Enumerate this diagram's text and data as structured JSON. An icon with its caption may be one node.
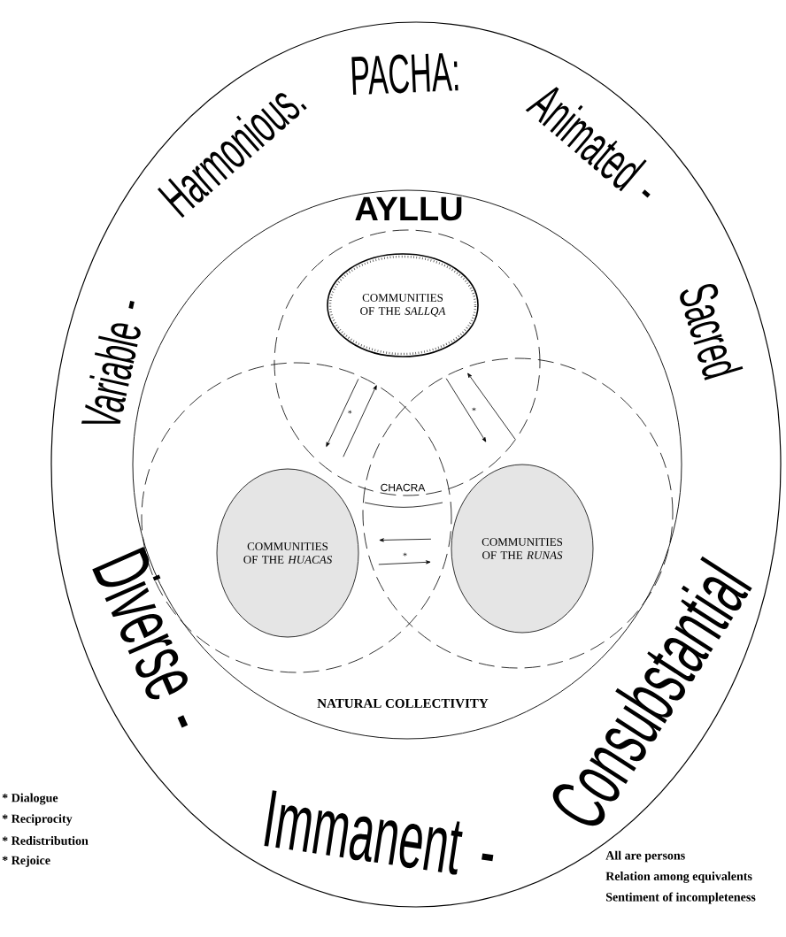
{
  "diagram": {
    "nodes": [
      {
        "text": [
          "Variable -",
          "Harmonious.",
          "PACHA:",
          "Animated -",
          "Sacred",
          "Diverse -",
          "Immanent -",
          "Consubstantial"
        ]
      },
      {
        "text": [
          "AYLLU",
          "NATURAL COLLECTIVITY"
        ],
        "in": 0
      },
      {
        "text": [],
        "shape": "circle",
        "in": 1
      },
      {
        "text": [],
        "shape": "circle",
        "in": 1
      },
      {
        "text": [],
        "shape": "circle",
        "in": 1
      },
      {
        "text": [
          "COMMUNITIES OF THE *SALLQA*"
        ],
        "in": 2
      },
      {
        "text": [
          "COMMUNITIES OF THE *HUACAS*"
        ],
        "in": 3
      },
      {
        "text": [
          "COMMUNITIES OF THE *RUNAS*"
        ],
        "in": 4
      },
      {
        "text": [
          "CHACRA"
        ]
      }
    ],
    "edges": [
      {
        "from": 5,
        "to": 6,
        "arrow": "to",
        "label": "*"
      },
      {
        "from": 6,
        "to": 5,
        "arrow": "to"
      },
      {
        "from": 5,
        "to": 7,
        "arrow": "to",
        "label": "*"
      },
      {
        "from": 7,
        "to": 5,
        "arrow": "to"
      },
      {
        "from": 7,
        "to": 6,
        "arrow": "to"
      },
      {
        "from": 6,
        "to": 7,
        "arrow": "to",
        "label": "*"
      }
    ],
    "labels": [
      "* Dialogue",
      "* Reciprocity",
      "* Redistribution",
      "* Rejoice",
      "All are persons",
      "Relation among equivalents",
      "Sentiment of incompleteness"
    ]
  }
}
